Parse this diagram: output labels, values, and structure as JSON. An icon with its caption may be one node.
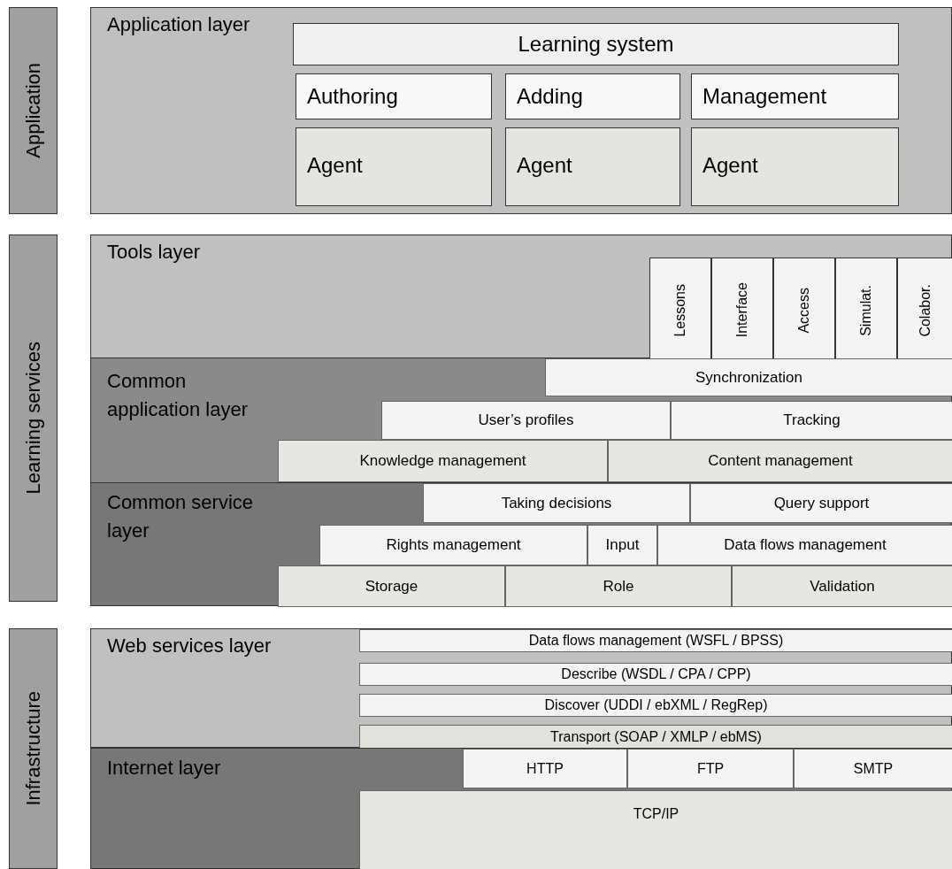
{
  "diagram": {
    "nodes": [
      {
        "text": [
          "Application"
        ]
      },
      {
        "text": [
          "Application layer"
        ]
      },
      {
        "text": [
          "Learning system"
        ],
        "in": 1
      },
      {
        "text": [
          "Authoring"
        ],
        "in": 1
      },
      {
        "text": [
          "Adding"
        ],
        "in": 1
      },
      {
        "text": [
          "Management"
        ],
        "in": 1
      },
      {
        "text": [
          "Agent"
        ],
        "in": 1
      },
      {
        "text": [
          "Agent"
        ],
        "in": 1
      },
      {
        "text": [
          "Agent"
        ],
        "in": 1
      },
      {
        "text": [
          "Learning services"
        ]
      },
      {
        "text": [
          "Tools layer"
        ]
      },
      {
        "text": [
          "Lessons"
        ],
        "in": 10
      },
      {
        "text": [
          "Interface"
        ],
        "in": 10
      },
      {
        "text": [
          "Access"
        ],
        "in": 10
      },
      {
        "text": [
          "Simulat."
        ],
        "in": 10
      },
      {
        "text": [
          "Colabor."
        ],
        "in": 10
      },
      {
        "text": [
          "Common application layer"
        ]
      },
      {
        "text": [
          "Synchronization"
        ],
        "in": 16
      },
      {
        "text": [
          "User’s profiles"
        ],
        "in": 16
      },
      {
        "text": [
          "Tracking"
        ],
        "in": 16
      },
      {
        "text": [
          "Knowledge management"
        ],
        "in": 16
      },
      {
        "text": [
          "Content management"
        ],
        "in": 16
      },
      {
        "text": [
          "Common service layer"
        ]
      },
      {
        "text": [
          "Taking decisions"
        ],
        "in": 22
      },
      {
        "text": [
          "Query support"
        ],
        "in": 22
      },
      {
        "text": [
          "Rights management"
        ],
        "in": 22
      },
      {
        "text": [
          "Input"
        ],
        "in": 22
      },
      {
        "text": [
          "Data flows management"
        ],
        "in": 22
      },
      {
        "text": [
          "Storage"
        ],
        "in": 22
      },
      {
        "text": [
          "Role"
        ],
        "in": 22
      },
      {
        "text": [
          "Validation"
        ],
        "in": 22
      },
      {
        "text": [
          "Infrastructure"
        ]
      },
      {
        "text": [
          "Web services layer"
        ]
      },
      {
        "text": [
          "Data flows management (WSFL / BPSS)"
        ],
        "in": 32
      },
      {
        "text": [
          "Describe (WSDL / CPA / CPP)"
        ],
        "in": 32
      },
      {
        "text": [
          "Discover (UDDI / ebXML / RegRep)"
        ],
        "in": 32
      },
      {
        "text": [
          "Transport (SOAP / XMLP / ebMS)"
        ],
        "in": 32
      },
      {
        "text": [
          "Internet layer"
        ]
      },
      {
        "text": [
          "HTTP"
        ],
        "in": 37
      },
      {
        "text": [
          "FTP"
        ],
        "in": 37
      },
      {
        "text": [
          "SMTP"
        ],
        "in": 37
      },
      {
        "text": [
          "TCP/IP"
        ],
        "in": 37
      }
    ]
  }
}
